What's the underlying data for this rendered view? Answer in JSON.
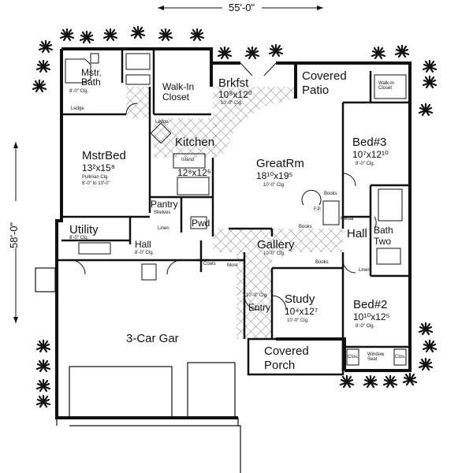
{
  "overall": {
    "width_dim": "55'-0\"",
    "depth_dim": "58'-0\""
  },
  "rooms": {
    "mstr_bath": {
      "name": "Mstr. Bath",
      "note": "8'-0\" Clg."
    },
    "walk_in_closet": {
      "name": "Walk-In Closet"
    },
    "brkfst": {
      "name": "Brkfst",
      "size": "10⁸x12⁰",
      "note": "10'-0\" Clg."
    },
    "covered_patio": {
      "name": "Covered Patio"
    },
    "mstr_bed": {
      "name": "MstrBed",
      "size": "13²x15⁸",
      "note1": "Pullman Clg.",
      "note2": "8'-0\" to 10'-0\""
    },
    "kitchen": {
      "name": "Kitchen",
      "island": "Island",
      "size": "12⁸x12⁶"
    },
    "great_rm": {
      "name": "GreatRm",
      "size": "18¹⁰x19⁵",
      "note": "10'-0\" Clg."
    },
    "bed3": {
      "name": "Bed#3",
      "size": "10⁷x12¹⁰",
      "note": "8'-0\" Clg.",
      "closet": "Walk-In Closet"
    },
    "pantry": {
      "name": "Pantry",
      "sub": "Shelves"
    },
    "pwd": {
      "name": "Pwd"
    },
    "linen": {
      "name": "Linen"
    },
    "utility": {
      "name": "Utility",
      "note": "8'-0\" Clg."
    },
    "hall_left": {
      "name": "Hall",
      "note": "8'-0\" Clg."
    },
    "hall_right": {
      "name": "Hall"
    },
    "bath_two": {
      "name": "Bath Two"
    },
    "gallery": {
      "name": "Gallery",
      "note": "10'-0\" Clg."
    },
    "coats": {
      "name": "Coats"
    },
    "more": {
      "name": "More"
    },
    "books1": {
      "name": "Books"
    },
    "books2": {
      "name": "Books"
    },
    "books3": {
      "name": "Books"
    },
    "fp": {
      "name": "F.P."
    },
    "media": {
      "name": "Media"
    },
    "entry": {
      "name": "Entry",
      "note": "10'-0\" Clg."
    },
    "study": {
      "name": "Study",
      "size": "10⁴x12⁷",
      "note": "10'-0\" Clg."
    },
    "bed2": {
      "name": "Bed#2",
      "size": "10¹⁰x12⁵",
      "note": "8'-0\" Clg."
    },
    "linen2": {
      "name": "Linen"
    },
    "clos_l": {
      "name": "Clos."
    },
    "clos_r": {
      "name": "Clos."
    },
    "window_seat": {
      "name": "Window Seat"
    },
    "garage": {
      "name": "3-Car Gar"
    },
    "covered_porch": {
      "name": "Covered Porch"
    },
    "ledge": {
      "name": "Ledge"
    },
    "ledge2": {
      "name": "Ledge"
    }
  }
}
